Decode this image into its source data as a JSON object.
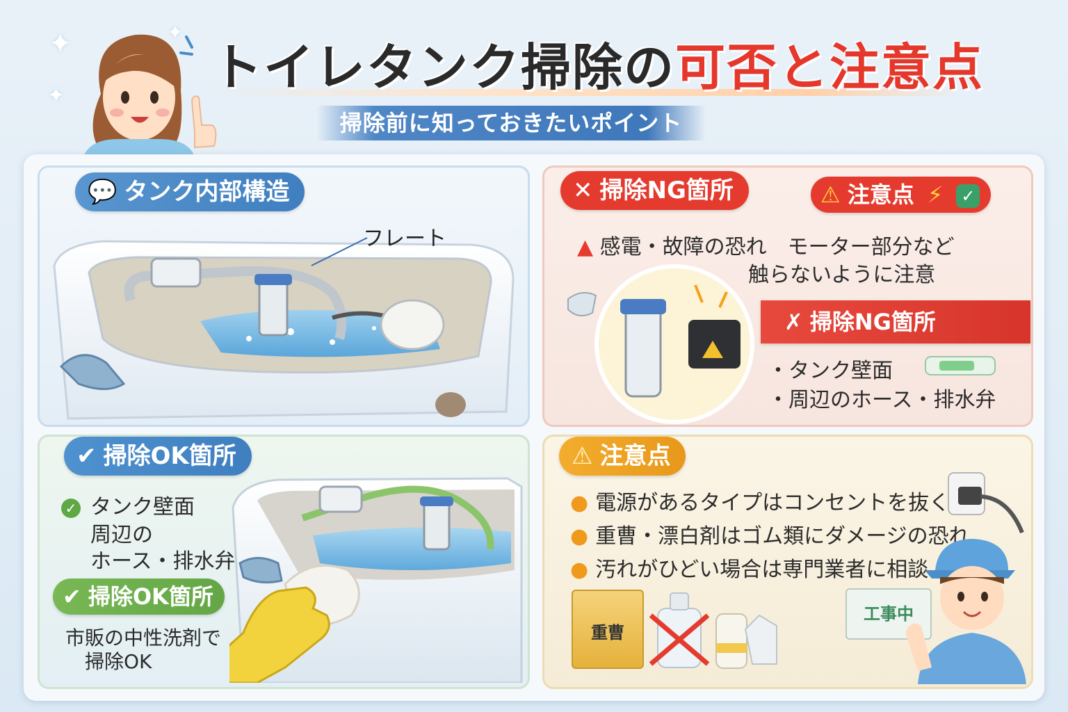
{
  "header": {
    "title_dark": "トイレタンク掃除の",
    "title_red": "可否と注意点",
    "subtitle": "掃除前に知っておきたいポイント"
  },
  "structure_panel": {
    "tab_label": "タンク内部構造",
    "float_label": "フレート"
  },
  "ng_panel": {
    "tab_label": "掃除NG箇所",
    "caution_tab_label": "注意点",
    "warning_line1": "感電・故障の恐れ　モーター部分など",
    "warning_line2": "触らないように注意",
    "ng_tab_label": "掃除NG箇所",
    "items": [
      "タンク壁面",
      "周辺のホース・排水弁"
    ]
  },
  "ok_panel": {
    "tab_label": "掃除OK箇所",
    "item_1": "タンク壁面",
    "item_2_line1": "周辺の",
    "item_2_line2": "ホース・排水弁",
    "ok_tab_label": "掃除OK箇所",
    "note_line1": "市販の中性洗剤で",
    "note_line2": "掃除OK"
  },
  "caution_panel": {
    "tab_label": "注意点",
    "items": [
      "電源があるタイプはコンセントを抜く",
      "重曹・漂白剤はゴム類にダメージの恐れ",
      "汚れがひどい場合は専門業者に相談"
    ],
    "product_label": "重曹",
    "sign_text": "工事中"
  },
  "colors": {
    "title_red": "#e5382c",
    "ng_red": "#e53b2f",
    "ok_blue": "#3f7fc0",
    "ok_green": "#64a645",
    "caution_orange": "#e8981a"
  }
}
